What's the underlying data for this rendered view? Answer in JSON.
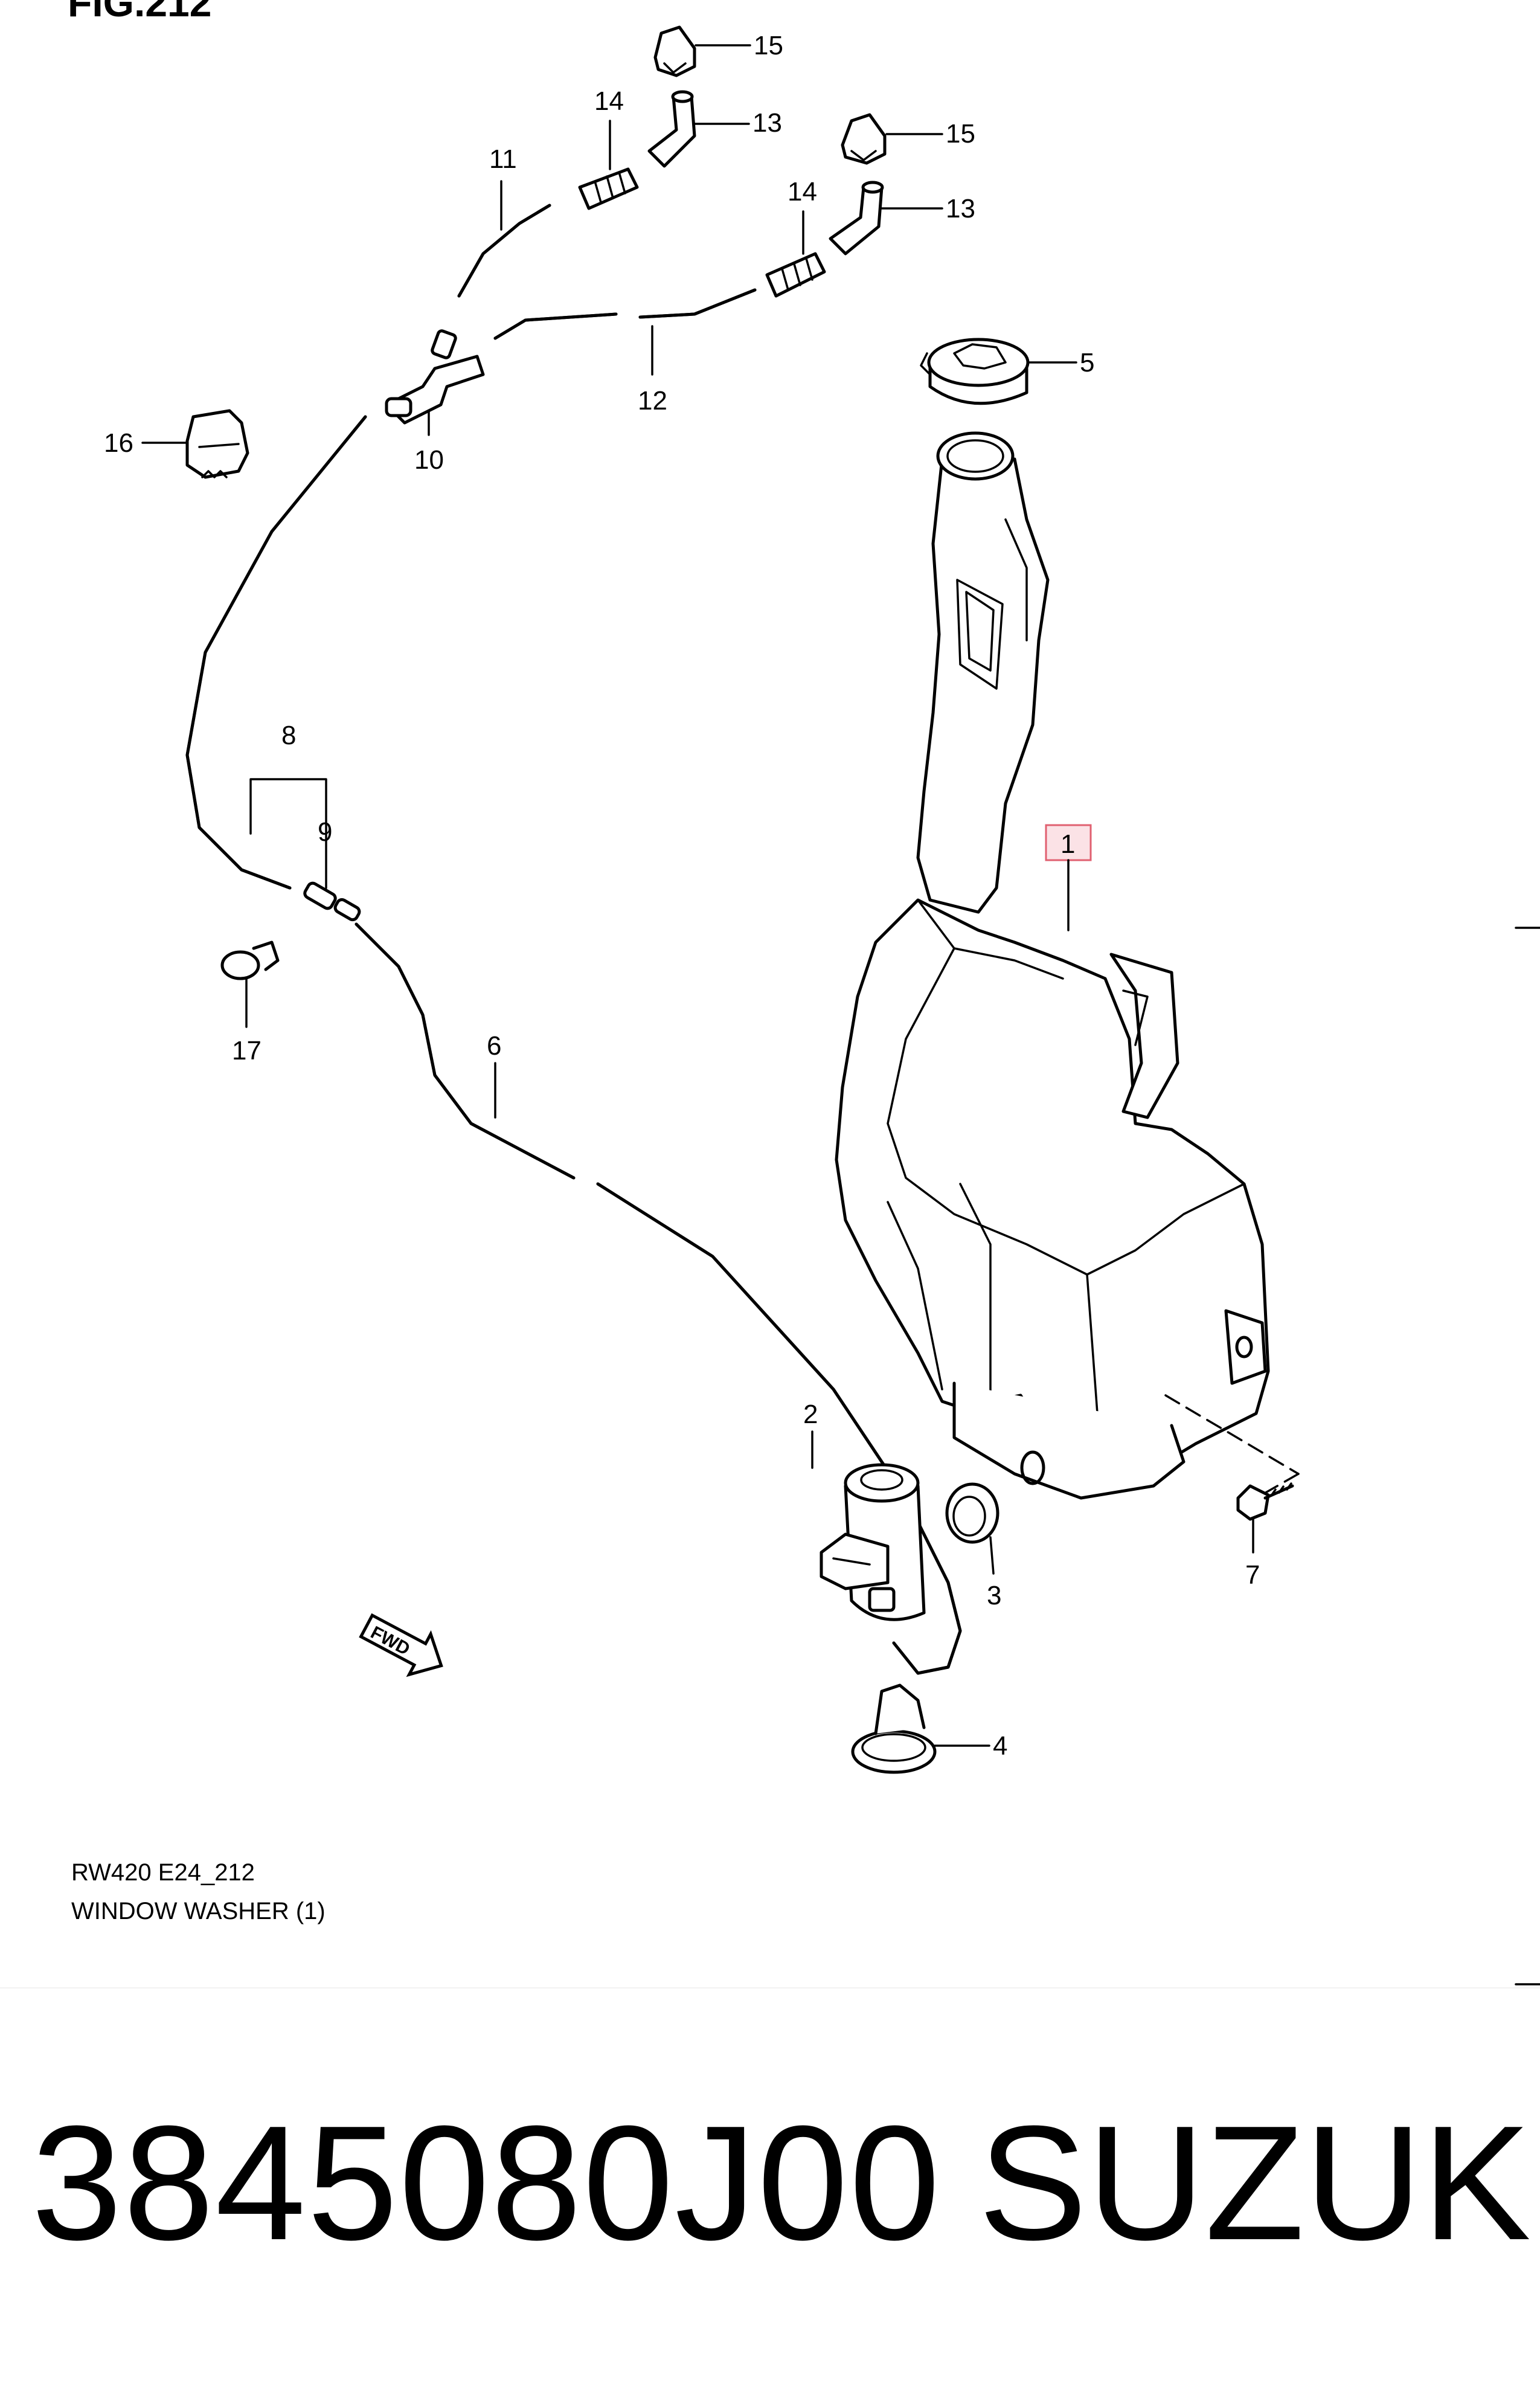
{
  "figure": {
    "title": "FIG.212",
    "code": "RW420 E24_212",
    "caption": "WINDOW WASHER (1)"
  },
  "callouts": {
    "c1": "1",
    "c2": "2",
    "c3": "3",
    "c4": "4",
    "c5": "5",
    "c6": "6",
    "c7": "7",
    "c8": "8",
    "c9": "9",
    "c10": "10",
    "c11": "11",
    "c12": "12",
    "c13a": "13",
    "c13b": "13",
    "c14a": "14",
    "c14b": "14",
    "c15a": "15",
    "c15b": "15",
    "c16": "16",
    "c17": "17"
  },
  "direction_label": "FWD",
  "part_number": "3845080J00",
  "brand": "SUZUKI",
  "colors": {
    "line": "#000000",
    "highlight_border": "#e06070",
    "highlight_fill": "#fbe2e6"
  }
}
